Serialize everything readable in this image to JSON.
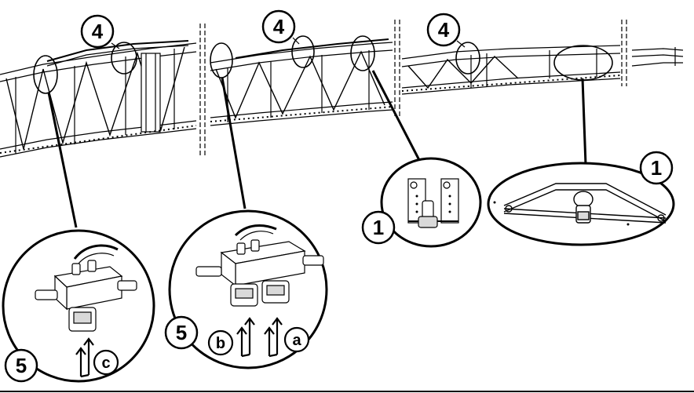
{
  "callouts": {
    "top_section_1": "4",
    "top_section_2": "4",
    "top_section_3": "4",
    "detail_right": "1",
    "detail_mid": "1",
    "detail_valve_double": "5",
    "detail_valve_single": "5"
  },
  "flow_labels": {
    "a": "a",
    "b": "b",
    "c": "c"
  },
  "colors": {
    "line": "#000000",
    "fill": "#ffffff",
    "shade": "#d9d9d9"
  }
}
